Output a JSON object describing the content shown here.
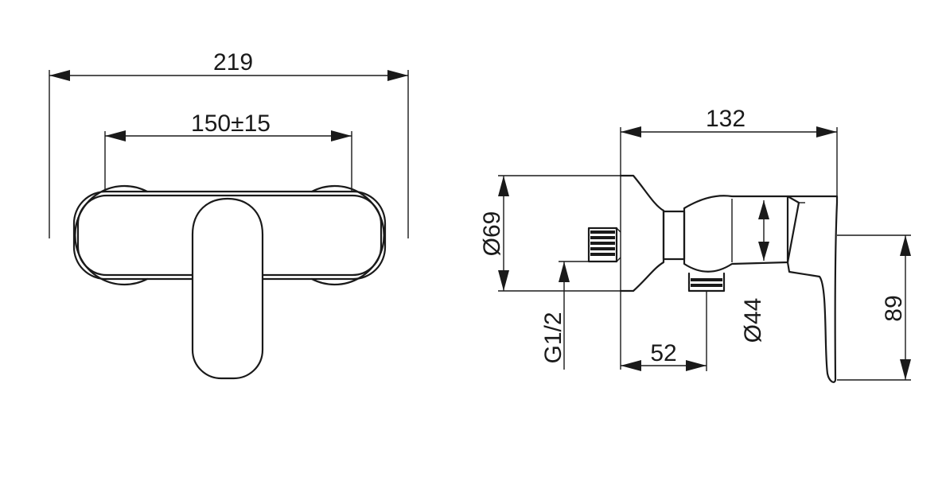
{
  "dimensions": {
    "total_width": "219",
    "centre_distance": "150±15",
    "depth": "132",
    "rosette_diameter": "Ø69",
    "connection_thread": "G1/2",
    "outlet_offset": "52",
    "body_diameter": "Ø44",
    "lever_height": "89"
  },
  "colors": {
    "line": "#1a1a1a",
    "background": "#ffffff"
  }
}
